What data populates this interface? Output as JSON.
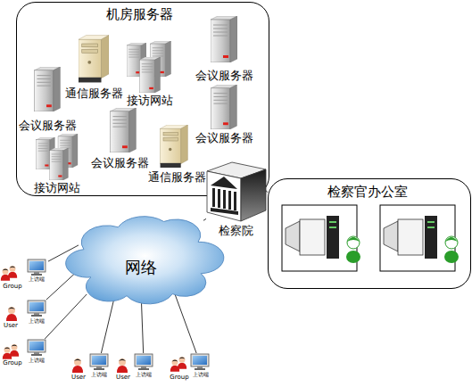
{
  "diagram": {
    "nodes": [
      {
        "text": [
          "机房服务器"
        ]
      },
      {
        "text": [
          "通信服务器"
        ],
        "in": 0
      },
      {
        "text": [
          "接访网站"
        ],
        "in": 0
      },
      {
        "text": [
          "会议服务器"
        ],
        "in": 0
      },
      {
        "text": [
          "会议服务器"
        ],
        "in": 0
      },
      {
        "text": [
          "会议服务器"
        ],
        "in": 0
      },
      {
        "text": [
          "接访网站"
        ],
        "in": 0
      },
      {
        "text": [
          "会议服务器"
        ],
        "in": 0
      },
      {
        "text": [
          "通信服务器"
        ],
        "in": 0
      },
      {
        "text": [
          "检察院"
        ]
      },
      {
        "text": [
          "检察官办公室"
        ]
      },
      {
        "text": [
          "网络"
        ]
      },
      {
        "text": [
          "Group",
          "上访端"
        ]
      },
      {
        "text": [
          "User",
          "上访端"
        ]
      },
      {
        "text": [
          "Group",
          "上访端"
        ]
      },
      {
        "text": [
          "User",
          "上访端"
        ]
      },
      {
        "text": [
          "User",
          "上访端"
        ]
      },
      {
        "text": [
          "Group",
          "上访端"
        ]
      }
    ],
    "edges": [
      {
        "from": 9,
        "to": 11,
        "arrow": "none"
      },
      {
        "from": 9,
        "to": 10,
        "arrow": "none"
      },
      {
        "from": 11,
        "to": 12,
        "arrow": "none"
      },
      {
        "from": 11,
        "to": 13,
        "arrow": "none"
      },
      {
        "from": 11,
        "to": 14,
        "arrow": "none"
      },
      {
        "from": 11,
        "to": 15,
        "arrow": "none"
      },
      {
        "from": 11,
        "to": 16,
        "arrow": "none"
      },
      {
        "from": 11,
        "to": 17,
        "arrow": "none"
      }
    ]
  }
}
